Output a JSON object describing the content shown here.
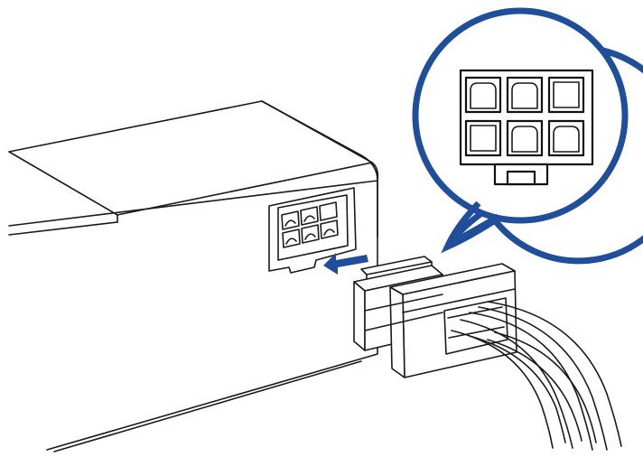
{
  "diagram": {
    "accent_color": "#1f4e9b",
    "line_color": "#1a1a1a",
    "background": "#ffffff",
    "components": [
      "psu-box-icon",
      "six-pin-port-icon",
      "insert-arrow-icon",
      "six-pin-connector-plug-icon",
      "cable-bundle-icon",
      "magnified-pin-layout-callout"
    ],
    "pin_layout": {
      "rows": 2,
      "columns": 3,
      "pins": [
        {
          "shape": "rounded-top"
        },
        {
          "shape": "rounded-top"
        },
        {
          "shape": "square"
        },
        {
          "shape": "square"
        },
        {
          "shape": "rounded-top"
        },
        {
          "shape": "rounded-top"
        }
      ]
    }
  }
}
